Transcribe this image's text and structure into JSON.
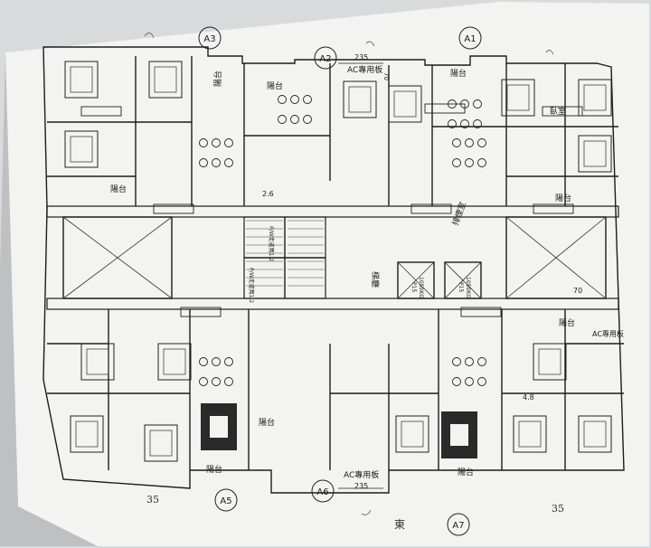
{
  "units": [
    {
      "id": "A1",
      "label": "A1"
    },
    {
      "id": "A2",
      "label": "A2"
    },
    {
      "id": "A3",
      "label": "A3"
    },
    {
      "id": "A5",
      "label": "A5"
    },
    {
      "id": "A6",
      "label": "A6"
    },
    {
      "id": "A7",
      "label": "A7"
    }
  ],
  "rooms": {
    "balcony": "陽台",
    "ac_platform": "AC專用板",
    "bedroom": "臥室",
    "elevator_hall": "梯廳",
    "shaft": "排煙室",
    "pipe": "管道"
  },
  "dimensions": {
    "top_width": "235",
    "bottom_width": "235",
    "top_small": "70",
    "right_small": "70",
    "left_mid": "2.6",
    "right_mid": "4.8"
  },
  "elevators": {
    "left_code": "P15",
    "left_capacity": "1050KG",
    "right_code": "P15",
    "right_capacity": "1050KG"
  },
  "stair_notes": {
    "upper": "P/W走道寬1.2",
    "lower": "P/W走道寬1.2"
  },
  "handwriting": {
    "h1": "35",
    "h2": "35",
    "h3": "東"
  },
  "colors": {
    "paper": "#f4f4f2",
    "line": "#1c1c1c",
    "background": "#d9dadc"
  }
}
